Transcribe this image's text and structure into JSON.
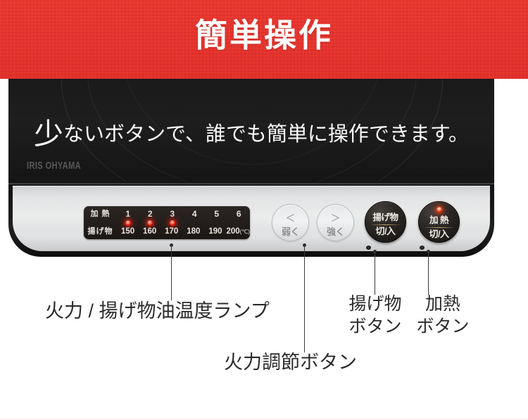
{
  "banner": {
    "title": "簡単操作",
    "color": "#e8332a",
    "text_color": "#fdfdfd"
  },
  "cooktop": {
    "subtitle_lead": "少",
    "subtitle_rest": "ないボタンで、誰でも簡単に操作できます。",
    "brand": "IRIS OHYAMA",
    "glass_color": "#1a1a1a",
    "panel_color": "#e6e7e9"
  },
  "display": {
    "row_heat_label": "加 熱",
    "row_fry_label": "揚げ物",
    "heat_levels": [
      "1",
      "2",
      "3",
      "4",
      "5",
      "6"
    ],
    "fry_temps": [
      "150",
      "160",
      "170",
      "180",
      "190",
      "200"
    ],
    "temp_unit": "(℃)",
    "lamps": [
      true,
      true,
      true,
      false,
      false,
      false
    ],
    "lamp_color": "#f21c0c"
  },
  "buttons": {
    "weaker": {
      "chevron": "＜",
      "label": "弱く"
    },
    "stronger": {
      "chevron": "＞",
      "label": "強く"
    },
    "fry": {
      "line1": "揚げ物",
      "line2": "切/入",
      "led": false
    },
    "heat": {
      "line1": "加 熱",
      "line2": "切/入",
      "led": true,
      "led_color": "#f8380f"
    }
  },
  "callouts": {
    "lamp": "火力 / 揚げ物油温度ランプ",
    "power": "火力調節ボタン",
    "fry_line1": "揚げ物",
    "fry_line2": "ボタン",
    "heat_line1": "加熱",
    "heat_line2": "ボタン"
  }
}
